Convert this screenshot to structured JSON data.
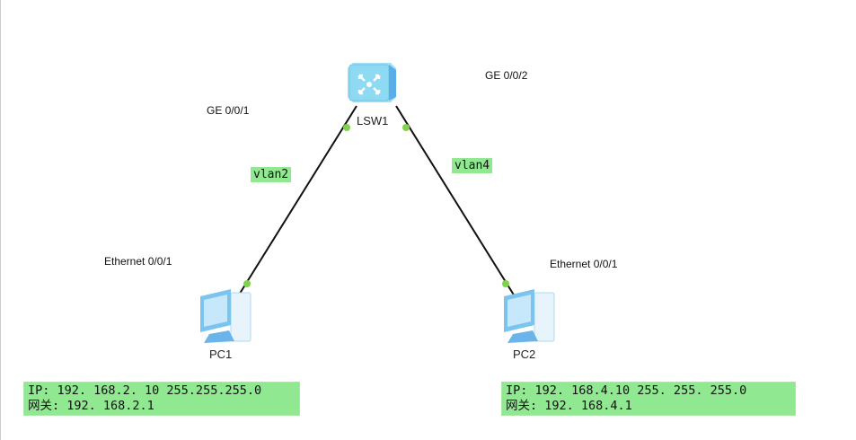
{
  "devices": {
    "switch": {
      "name": "LSW1",
      "icon": "switch-icon"
    },
    "pc1": {
      "name": "PC1",
      "icon": "pc-icon"
    },
    "pc2": {
      "name": "PC2",
      "icon": "pc-icon"
    }
  },
  "ports": {
    "sw_left": "GE 0/0/1",
    "sw_right": "GE 0/0/2",
    "pc1": "Ethernet 0/0/1",
    "pc2": "Ethernet 0/0/1"
  },
  "vlans": {
    "left": "vlan2",
    "right": "vlan4"
  },
  "notes": {
    "pc1": {
      "ip": "IP: 192. 168.2. 10 255.255.255.0",
      "gateway": "网关: 192. 168.2.1"
    },
    "pc2": {
      "ip": "IP: 192. 168.4.10 255. 255. 255.0",
      "gateway": "网关: 192. 168.4.1"
    }
  },
  "colors": {
    "link": "#111111",
    "port_dot": "#7fd24a",
    "label_bg": "#90e890"
  }
}
